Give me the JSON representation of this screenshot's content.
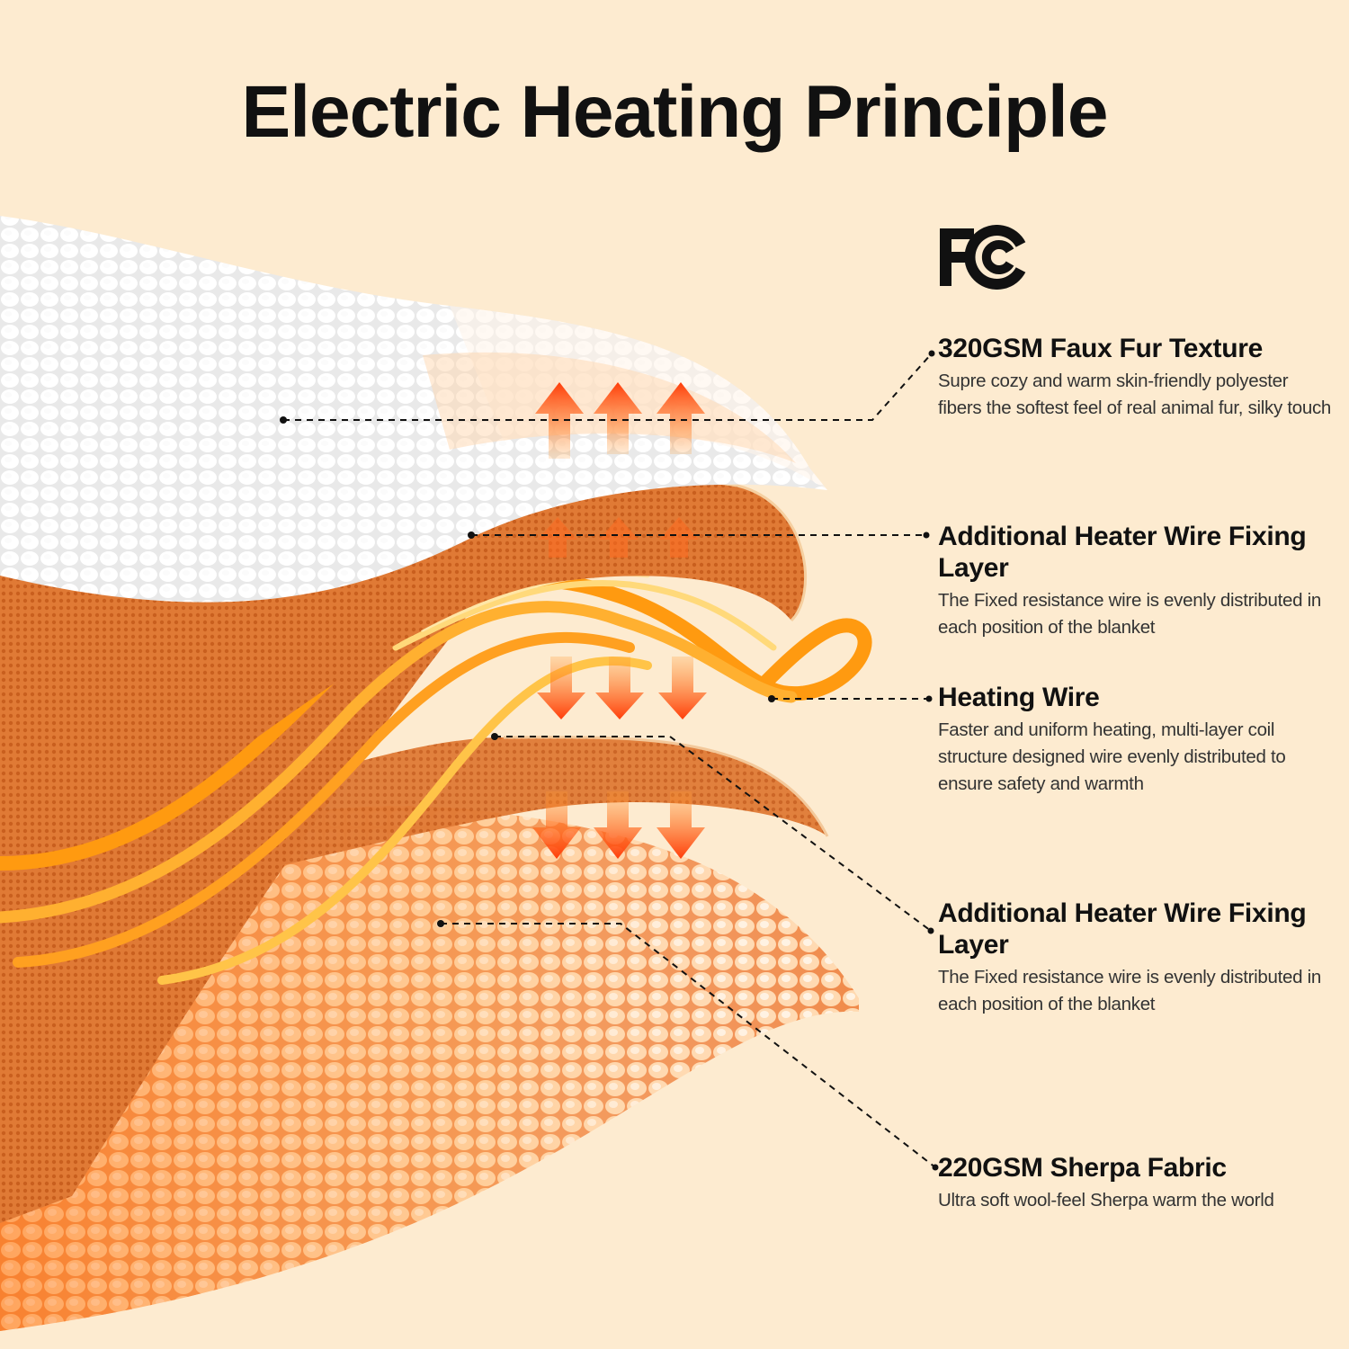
{
  "title": "Electric Heating Principle",
  "logo": {
    "text": "FC",
    "icon": "fcc-logo"
  },
  "colors": {
    "background": "#fdebd0",
    "white_fur": "#f4f4f4",
    "orange_layer": "#e8792e",
    "heating_wire": "#ffb020",
    "arrow": "#ff4a10",
    "text": "#111111"
  },
  "layers": [
    {
      "heading": "320GSM Faux Fur Texture",
      "description": "Supre cozy and warm skin-friendly polyester fibers the softest feel of real animal fur, silky touch"
    },
    {
      "heading": "Additional Heater Wire Fixing Layer",
      "description": "The Fixed resistance wire is evenly distributed in each position of the blanket"
    },
    {
      "heading": "Heating Wire",
      "description": "Faster and uniform heating, multi-layer coil structure designed wire evenly distributed to ensure safety and warmth"
    },
    {
      "heading": "Additional Heater Wire Fixing Layer",
      "description": "The Fixed resistance wire is evenly distributed in each position of the blanket"
    },
    {
      "heading": "220GSM Sherpa Fabric",
      "description": "Ultra soft wool-feel Sherpa warm the world"
    }
  ]
}
